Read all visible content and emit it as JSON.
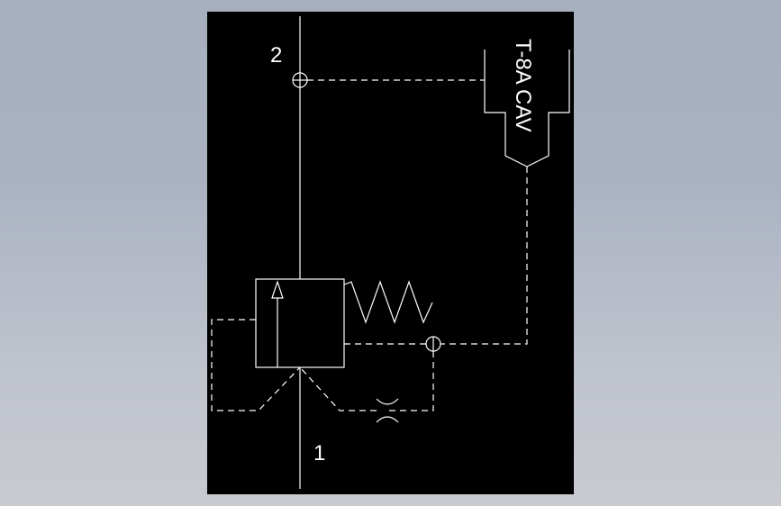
{
  "diagram": {
    "port_top_label": "2",
    "port_bottom_label": "1",
    "cavity_label": "T-8A CAV"
  },
  "colors": {
    "background": "#000000",
    "line": "#ffffff"
  }
}
